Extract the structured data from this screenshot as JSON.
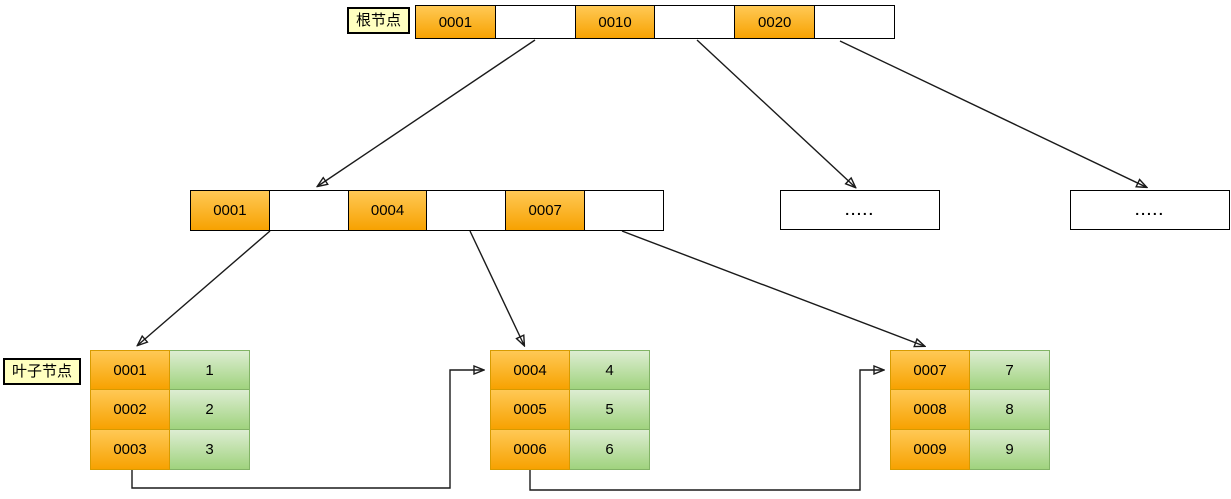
{
  "diagram_type": "b-plus-tree-index",
  "labels": {
    "root_node": "根节点",
    "leaf_node": "叶子节点"
  },
  "root_node": {
    "cells": [
      {
        "text": "0001",
        "type": "key"
      },
      {
        "text": "",
        "type": "pointer"
      },
      {
        "text": "0010",
        "type": "key"
      },
      {
        "text": "",
        "type": "pointer"
      },
      {
        "text": "0020",
        "type": "key"
      },
      {
        "text": "",
        "type": "pointer"
      }
    ]
  },
  "internal_node": {
    "cells": [
      {
        "text": "0001",
        "type": "key"
      },
      {
        "text": "",
        "type": "pointer"
      },
      {
        "text": "0004",
        "type": "key"
      },
      {
        "text": "",
        "type": "pointer"
      },
      {
        "text": "0007",
        "type": "key"
      },
      {
        "text": "",
        "type": "pointer"
      }
    ]
  },
  "placeholder_nodes": [
    {
      "text": "....."
    },
    {
      "text": "....."
    }
  ],
  "leaf_nodes": [
    {
      "rows": [
        {
          "key": "0001",
          "value": "1"
        },
        {
          "key": "0002",
          "value": "2"
        },
        {
          "key": "0003",
          "value": "3"
        }
      ]
    },
    {
      "rows": [
        {
          "key": "0004",
          "value": "4"
        },
        {
          "key": "0005",
          "value": "5"
        },
        {
          "key": "0006",
          "value": "6"
        }
      ]
    },
    {
      "rows": [
        {
          "key": "0007",
          "value": "7"
        },
        {
          "key": "0008",
          "value": "8"
        },
        {
          "key": "0009",
          "value": "9"
        }
      ]
    }
  ],
  "colors": {
    "key_cell_top": "#ffc955",
    "key_cell_bottom": "#f7a201",
    "key_cell_border": "#d79b00",
    "value_cell_top": "#ddedd2",
    "value_cell_bottom": "#a0d37e",
    "value_cell_border": "#82b366",
    "label_background": "#ffffc0",
    "line": "#1a1a1a"
  }
}
